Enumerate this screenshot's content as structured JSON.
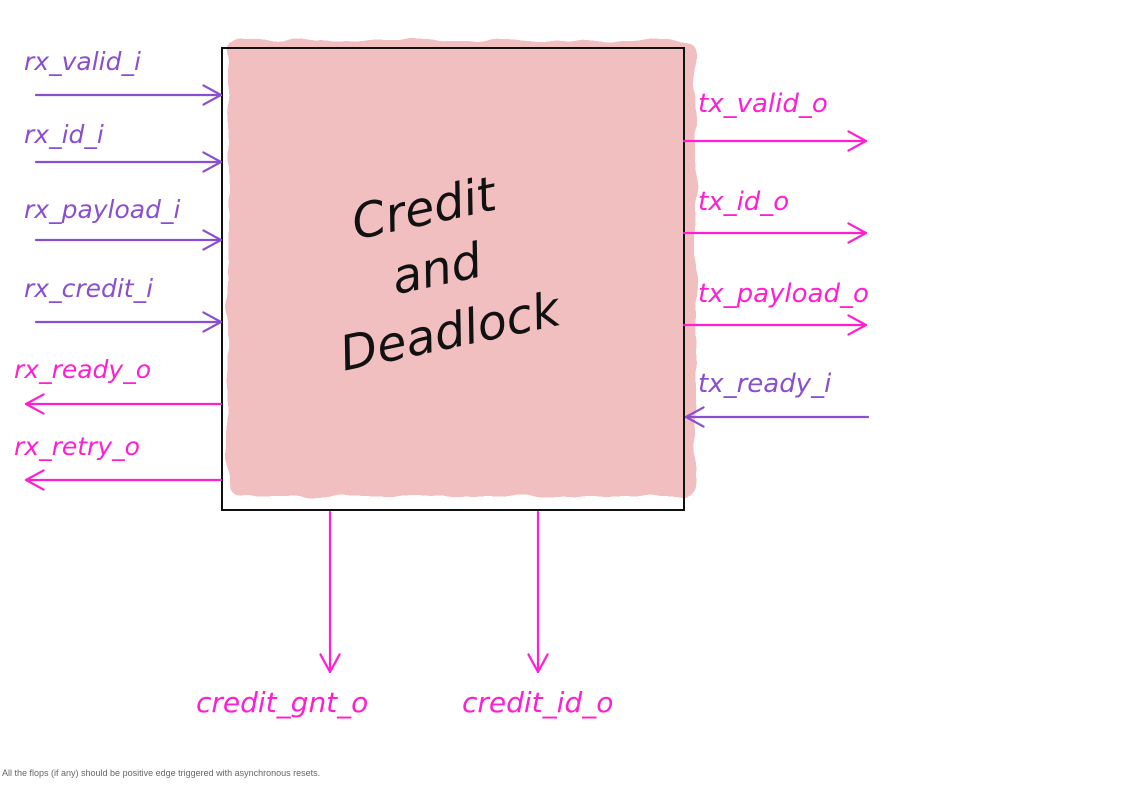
{
  "block": {
    "title_lines": [
      "Credit",
      "and",
      "Deadlock"
    ]
  },
  "colors": {
    "block_fill": "#f2bfc1",
    "block_stroke": "#111111",
    "input_signal": "#8a4fd0",
    "output_signal": "#ff1fd2",
    "title_ink": "#111111",
    "note": "#666666"
  },
  "ports": {
    "left": [
      {
        "label": "rx_valid_i",
        "direction": "in",
        "color": "input"
      },
      {
        "label": "rx_id_i",
        "direction": "in",
        "color": "input"
      },
      {
        "label": "rx_payload_i",
        "direction": "in",
        "color": "input"
      },
      {
        "label": "rx_credit_i",
        "direction": "in",
        "color": "input"
      },
      {
        "label": "rx_ready_o",
        "direction": "out",
        "color": "output"
      },
      {
        "label": "rx_retry_o",
        "direction": "out",
        "color": "output"
      }
    ],
    "right": [
      {
        "label": "tx_valid_o",
        "direction": "out",
        "color": "output"
      },
      {
        "label": "tx_id_o",
        "direction": "out",
        "color": "output"
      },
      {
        "label": "tx_payload_o",
        "direction": "out",
        "color": "output"
      },
      {
        "label": "tx_ready_i",
        "direction": "in",
        "color": "input"
      }
    ],
    "bottom": [
      {
        "label": "credit_gnt_o",
        "direction": "out",
        "color": "output"
      },
      {
        "label": "credit_id_o",
        "direction": "out",
        "color": "output"
      }
    ]
  },
  "footer_note": "All the flops (if any) should be positive edge triggered with asynchronous resets."
}
